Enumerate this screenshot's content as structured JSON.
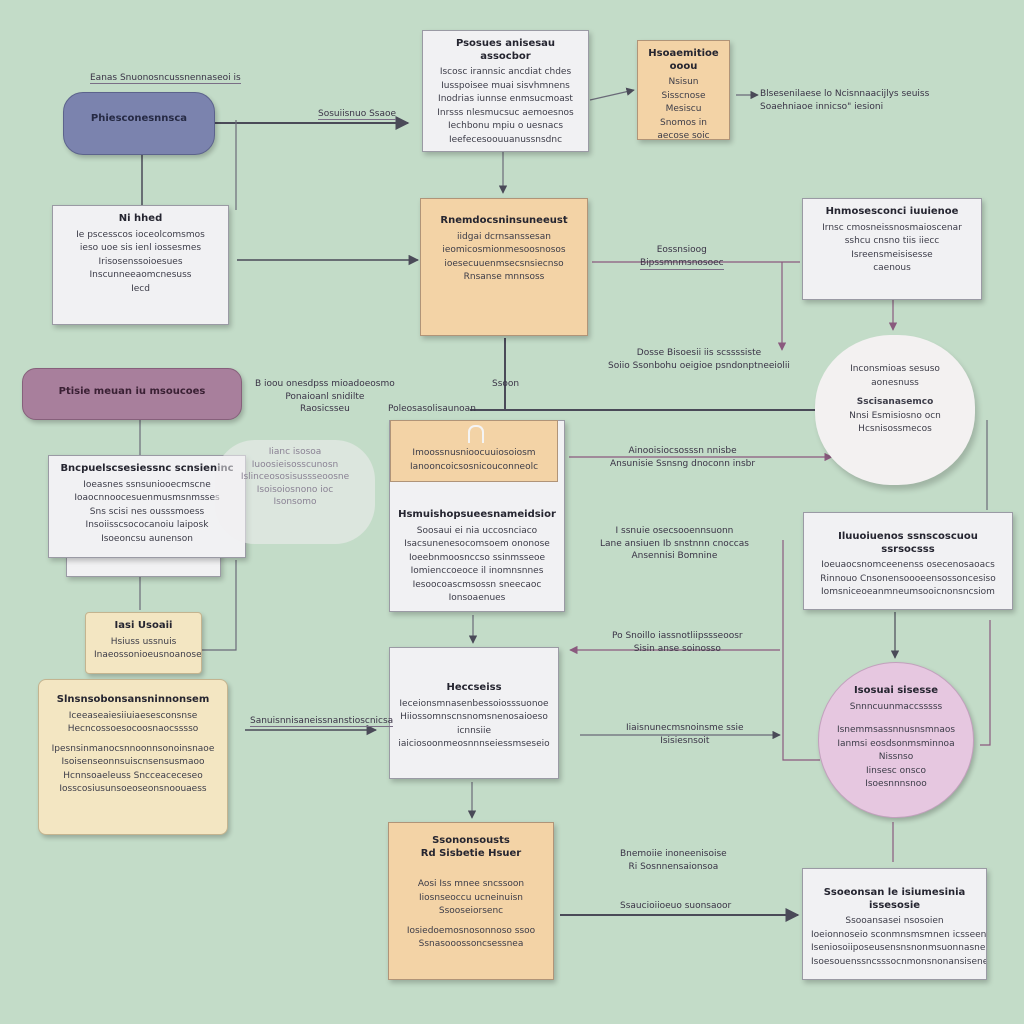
{
  "colors": {
    "background": "#c3dcc8",
    "connector": "#4a4a58",
    "accent_connector": "#8a5a7e"
  },
  "nodes": {
    "n_top_center": {
      "title": "Psosues anisesau assocbor",
      "lines": [
        "Iscosc irannsic ancdiat chdes",
        "Iusspoisee muai sisvhmnens",
        "Inodrias iunnse enmsucmoast",
        "Inrsss nlesmucsuc aemoesnos",
        "Iechbonu mpiu o uesnacs",
        "Ieefecesoouuanussnsdnc"
      ]
    },
    "n_top_peach": {
      "title": "Hsoaemitioe ooou",
      "lines": [
        "Nsisun",
        "Sisscnose",
        "Mesiscu",
        "Snomos in",
        "aecose  soic"
      ]
    },
    "n_blue_pill": {
      "title": "Phiesconesnnsca"
    },
    "n_left_white": {
      "title": "Ni hhed",
      "lines": [
        "Ie pscesscos ioceolcomsmos",
        "ieso uoe sis ienl iossesmes",
        "Irisosenssoioesues",
        "Inscunneeaomcnesuss",
        "Iecd"
      ]
    },
    "n_center_peach": {
      "title": "Rnemdocsninsuneeust",
      "lines": [
        "iidgai dcrnsanssesan",
        "ieomicosmionmesoosnosos",
        "ioesecuuenmsecsnsiecnso",
        "Rnsanse mnnsoss"
      ]
    },
    "n_right_white_top": {
      "title": "Hnmosesconci iuuienoe",
      "lines": [
        "Irnsc cmosneissnosmaioscenar",
        "sshcu cnsno tiis iiecc",
        "Isreensmeisisesse",
        "caenous"
      ]
    },
    "n_cloud": {
      "lines": [
        "Inconsmioas sesuso",
        "aonesnuss",
        "Sscisanasemco",
        "Nnsi Esmisiosno ocn",
        "Hcsnisossmecos"
      ]
    },
    "n_mauve_pill": {
      "title": "Ptisie meuan iu msoucoes"
    },
    "n_left_white_mid": {
      "title": "Bncpuelscsesiessnc scnsieninc",
      "lines": [
        "Ioeasnes ssnsuniooecmscne",
        "Ioaocnnoocesuenmusmsnmsses",
        "Sns scisi nes ousssmoess",
        "Insoiisscsococanoiu laiposk",
        "Isoeoncsu aunenson"
      ]
    },
    "n_center_header_peach": {
      "lines": [
        "Imoossnusnioocuuiosoiosm",
        "Ianooncoicsosnicouconneolc"
      ]
    },
    "n_center_white_mid": {
      "title": "Hsmuishopsueesnameidsior",
      "lines": [
        "Soosaui ei nia uccosnciaco",
        "Isacsunenesocomsoem ononose",
        "Ioeebnmoosnccso ssinmsseoe",
        "Iomienccoeoce il inomnsnnes",
        "Iesoocoascmsossn sneecaoc",
        "Ionsoaenues"
      ]
    },
    "n_right_white_mid": {
      "title": "Iluuoiuenos ssnscoscuou ssrsocsss",
      "lines": [
        "Ioeuaocsnomceenenss osecenosaoacs",
        "Rinnouo  Cnsonensoooeensossoncesiso",
        "Iomsniceoeanmneumsooicnonsncsiom"
      ]
    },
    "n_cream_small": {
      "title": "Iasi Usoaii",
      "lines": [
        "Hsiuss ussnuis",
        "Inaeossonioeusnoanose"
      ]
    },
    "n_cream_large": {
      "title": "Slnsnsobonsansninnonsem",
      "lines": [
        "Iceeaseaiesiiuiaesesconsnse",
        "Hecncossoesocoosnaocsssso",
        "Ipesnsinmanocsnnoonnsonoinsnaoe",
        "Isoisenseonnsuiscnsensusmaoo",
        "Hcnnsoaeleuss Sncceaceceseo",
        "Iosscosiusunsoeoseonsnoouaess"
      ]
    },
    "n_center_white_lower": {
      "title": "Heccseiss",
      "lines": [
        "Ieceionsmnasenbessoiosssuonoe",
        "Hiiossomnscnsnomsnenosaioeso",
        "icnnsiie",
        "iaiciosoonmeosnnnseiessmseseio"
      ]
    },
    "n_pink_circle": {
      "title": "Isosuai sisesse",
      "lines": [
        "Snnncuunmaccsssss",
        "Isnemmsassnnusnsmnaos",
        "Ianmsi eosdsonmsminnoa",
        "Nissnso",
        "Iinsesc onsco",
        "Isoesnnnsnoo"
      ]
    },
    "n_bottom_peach": {
      "title": "Ssononsousts\nRd  Sisbetie Hsuer",
      "lines": [
        "Aosi Iss mnee sncssoon",
        "Iiosnseoccu ucneinuisn",
        "Ssooseiorsenc",
        "Iosiedoemosnosonnoso  ssoo",
        "Ssnasooossoncsessnea"
      ]
    }
  },
  "labels": {
    "l_top_left": "Eanas Snuonosncussnennaseoi is",
    "l_arrow_top": "Sosuiisnuo Ssaoe",
    "l_right_top": [
      "Blsesenilaese lo Ncisnnaacijlys seuiss",
      "Soaehniaoe innicso\" iesioni"
    ],
    "l_mid_right_1": [
      "Eossnsioog",
      "Bipssmnmsnosoec"
    ],
    "l_mid_center": [
      "Dosse Bisoesii iis  scssssiste",
      "Soiio Ssonbohu oeigioe psndonptneeiolii"
    ],
    "l_mid_left": [
      "B ioou onesdpss mioadoeosmo",
      "Ponaioanl snidilte",
      "Raosicsseu"
    ],
    "l_mid_center_2": "Poleosasolisaunoan",
    "l_center_bracket": "Ssoon",
    "l_ghost": [
      "Iianc isosoa",
      "Iuoosieisosscunosn",
      "Islinceososisussseoosne",
      "Isoisoiosnono ioc",
      "Isonsomo"
    ],
    "l_arrow_mid_1": [
      "Ainooisiocsosssn nnisbe",
      "Ansunisie Ssnsng dnoconn insbr"
    ],
    "l_arrow_mid_2": [
      "I ssnuie osecsooennsuonn",
      "Lane ansiuen Ib snstnnn cnoccas",
      "Ansennisi Bomnine"
    ],
    "l_arrow_mid_3": [
      "Po Snoillo iassnotliipssseoosr",
      "Sisin anse soinosso"
    ],
    "l_arrow_left_low": "Sanuisnnisaneissnanstioscnicsa",
    "l_arrow_mid_4": [
      "Iiaisnunecmsnoinsme ssie",
      "Isisiesnsoit"
    ],
    "l_arrow_bottom_1": [
      "Bnemoiie inoneenisoise",
      "Ri Sosnnensaionsoa"
    ],
    "l_arrow_bottom_2": "Ssaucioiioeuo suonsaoor"
  },
  "n_bottom_right": {
    "title": "Ssoeonsan le isiumesinia  issesosie",
    "lines": [
      "Ssooansasei nsosoien",
      "Ioeionnoseio sconmnsmsmnen icsseenecuoe",
      "Iseniosoiiposeusensnsnonmsuonnasneusnso",
      "Isoesouenssncsssocnmonsnonansiseneeoneeau"
    ]
  }
}
